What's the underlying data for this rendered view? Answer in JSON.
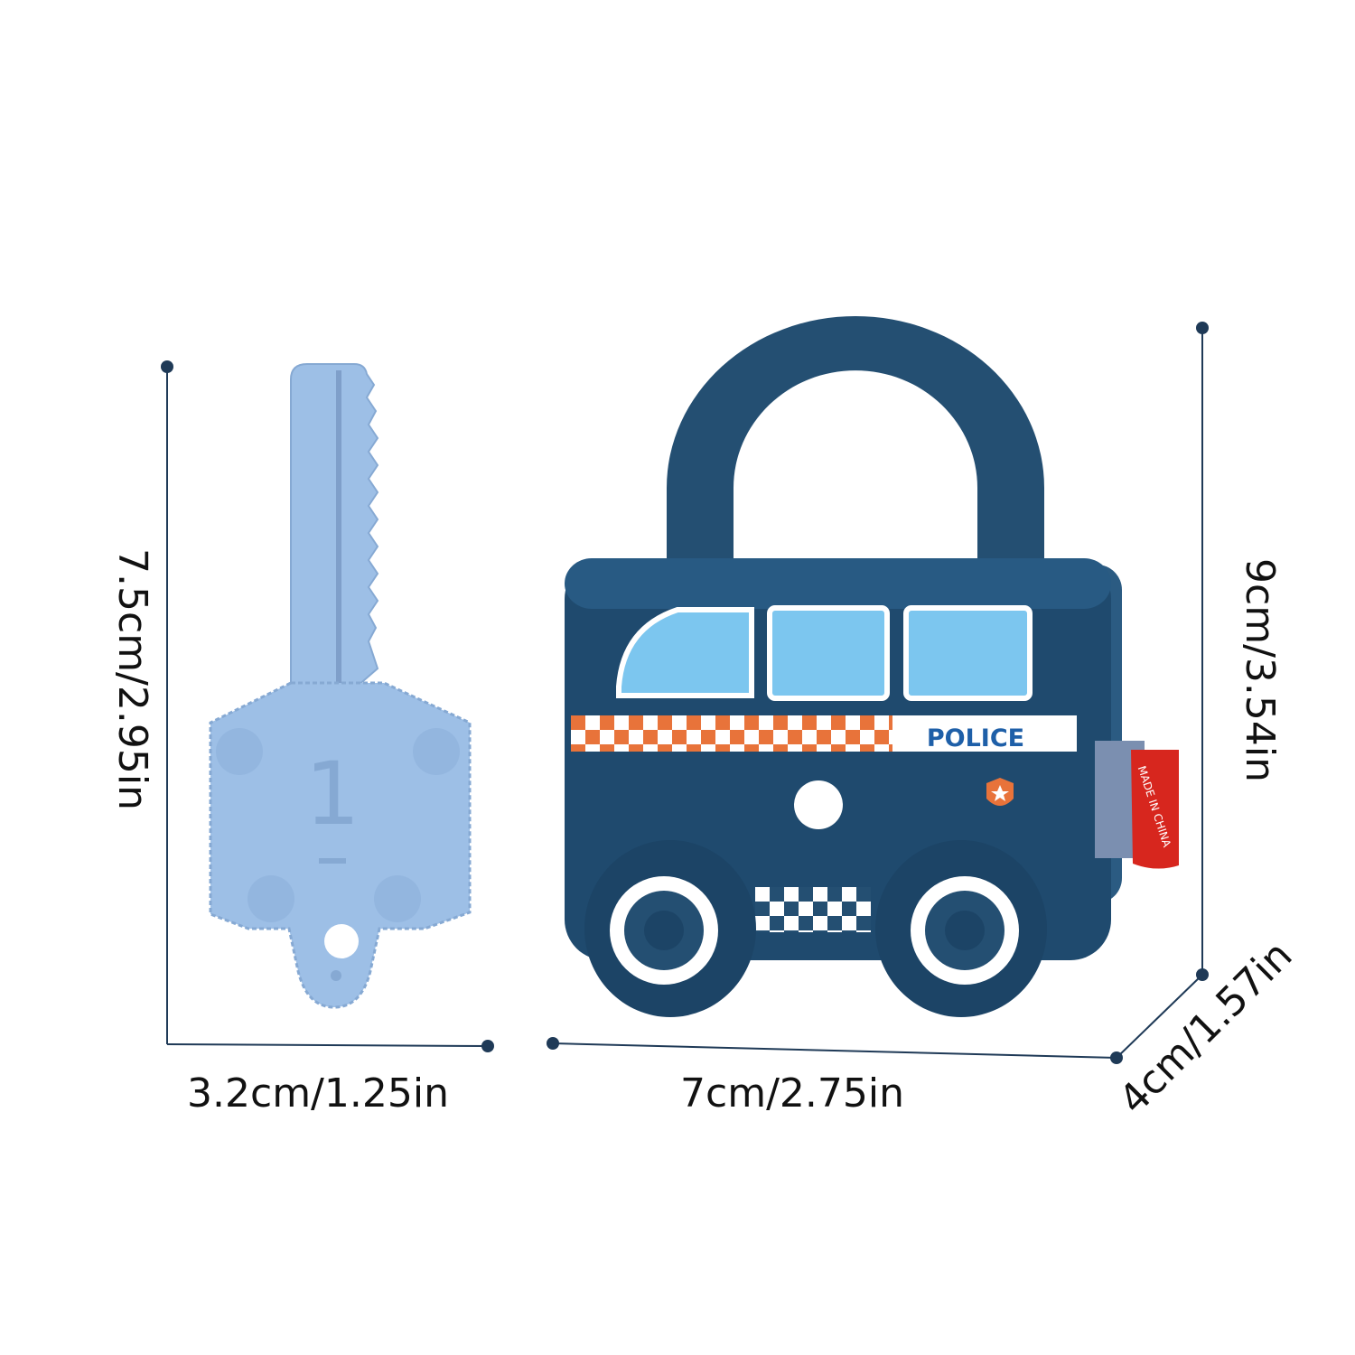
{
  "dimensions": {
    "key_height": "7.5cm/2.95in",
    "key_width": "3.2cm/1.25in",
    "lock_width": "7cm/2.75in",
    "lock_height": "9cm/3.54in",
    "lock_depth": "4cm/1.57in"
  },
  "key": {
    "number": "1"
  },
  "lock": {
    "side_text": "POLICE",
    "tag_text": "MADE IN CHINA"
  },
  "colors": {
    "key_blue": "#9dbfe6",
    "lock_navy": "#244f72",
    "window_blue": "#7cc6ef",
    "checker_orange": "#e8733a",
    "tag_red": "#d7261e",
    "line_navy": "#1f3a57"
  },
  "icons": [
    "badge-star-icon"
  ]
}
